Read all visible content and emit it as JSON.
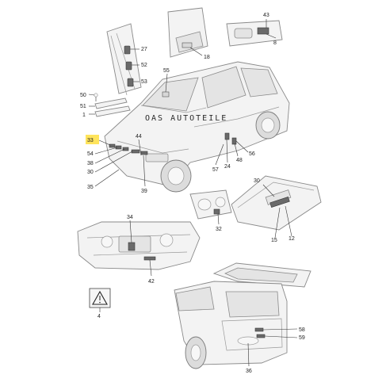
{
  "watermark": "OAS AUTOTEILE",
  "callouts": {
    "n27": "27",
    "n52": "52",
    "n53": "53",
    "n18": "18",
    "n43": "43",
    "n8": "8",
    "n55": "55",
    "n50": "50",
    "n51": "51",
    "n1": "1",
    "n33": "33",
    "n54": "54",
    "n38": "38",
    "n30a": "30",
    "n35": "35",
    "n44": "44",
    "n39": "39",
    "n57": "57",
    "n24": "24",
    "n48": "48",
    "n56": "56",
    "n30b": "30",
    "n15": "15",
    "n12": "12",
    "n32": "32",
    "n34": "34",
    "n42": "42",
    "n4": "4",
    "n58": "58",
    "n59": "59",
    "n36": "36"
  },
  "highlight_callout": "33",
  "colors": {
    "highlight": "#ffe45c",
    "ink": "#222222",
    "outline": "#8a8a8a"
  }
}
